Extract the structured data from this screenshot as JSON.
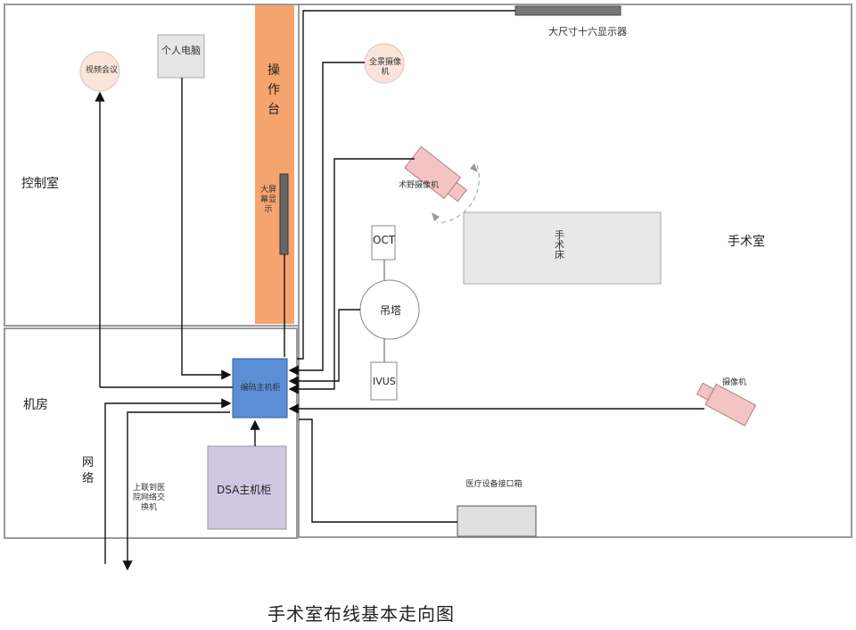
{
  "caption": "手术室布线基本走向图",
  "rooms": {
    "control_room": "控制室",
    "machine_room": "机房",
    "operating_room": "手术室"
  },
  "console": {
    "chars": [
      "操",
      "作",
      "台"
    ]
  },
  "devices": {
    "control_camera": "视频会议",
    "pc": "个人电脑",
    "monitor_side": "大屏幕显示",
    "ceiling_screen": "大尺寸十六显示器",
    "room_camera": "全景摄像机",
    "surgical_light_camera": "术野摄像机",
    "oct": "OCT",
    "center_device": "吊塔",
    "ivus": "IVUS",
    "encoder": "编码主机柜",
    "dsa_host": "DSA主机柜",
    "operating_table": "手术床",
    "wall_camera": "摄像机",
    "bottom_device": "医疗设备接口箱"
  },
  "network_label": "网络",
  "network_note": "上联到医院网络交换机"
}
